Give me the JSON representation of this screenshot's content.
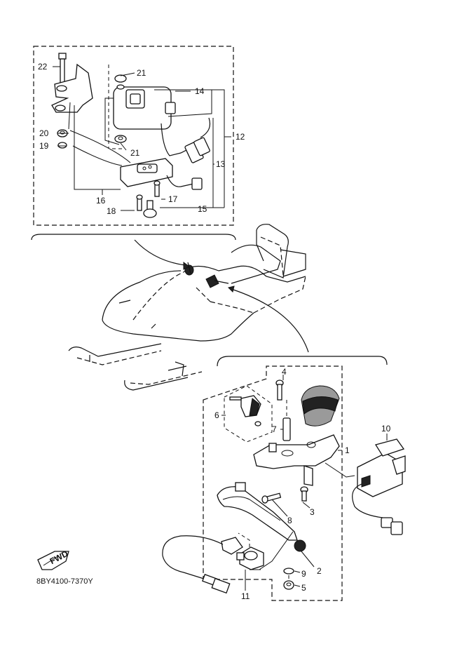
{
  "callouts": {
    "c1": "1",
    "c2": "2",
    "c3": "3",
    "c4": "4",
    "c5": "5",
    "c6": "6",
    "c7": "7",
    "c8": "8",
    "c9": "9",
    "c10": "10",
    "c11": "11",
    "c12": "12",
    "c13": "13",
    "c14": "14",
    "c15": "15",
    "c16": "16",
    "c17": "17",
    "c18": "18",
    "c19": "19",
    "c20": "20",
    "c21a": "21",
    "c21b": "21",
    "c22": "22"
  },
  "fwd_label": "FWD",
  "diagram_code": "8BY4100-7370Y"
}
